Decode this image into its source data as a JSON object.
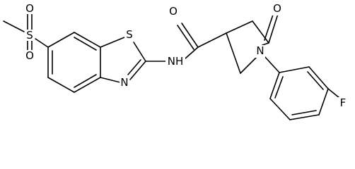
{
  "structure": {
    "atoms": {
      "sulfonyl_s": "S",
      "sulfonyl_o_top": "O",
      "sulfonyl_o_bottom": "O",
      "thiazole_s": "S",
      "thiazole_n": "N",
      "amide_nh": "NH",
      "carbonyl_o_amide": "O",
      "carbonyl_o_lactam": "O",
      "pyrrolidine_n": "N",
      "fluorine": "F"
    }
  }
}
